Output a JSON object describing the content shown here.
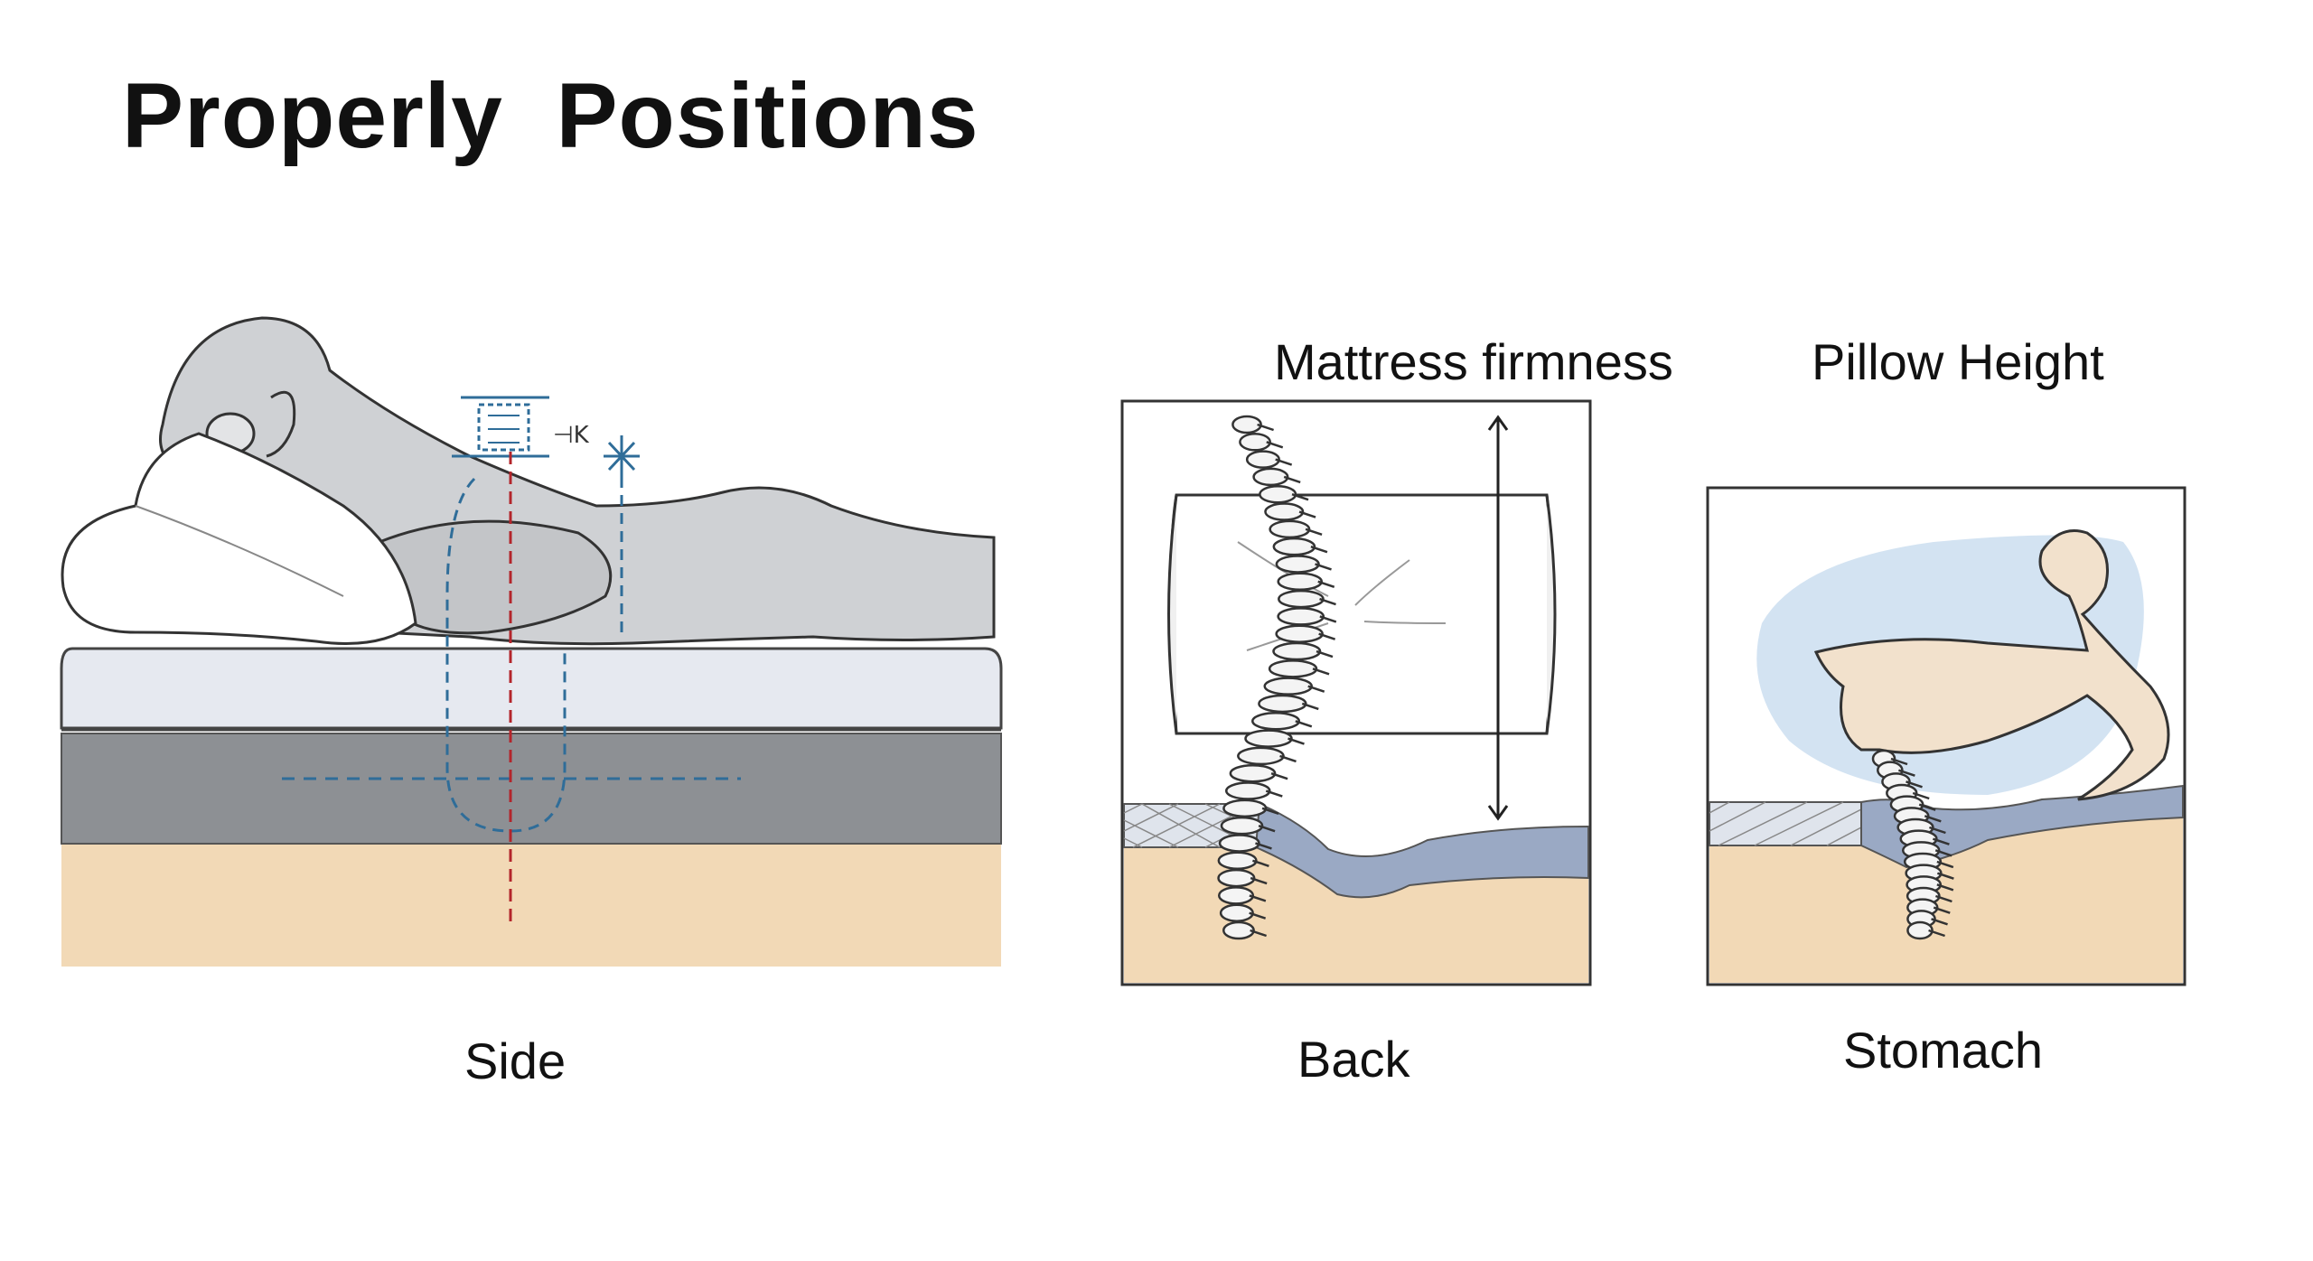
{
  "title": "Properly  Positions",
  "labels": {
    "mattress_firmness": "Mattress firmness",
    "pillow_height": "Pillow Height"
  },
  "captions": {
    "side": "Side",
    "back": "Back",
    "stomach": "Stomach"
  },
  "annotations": {
    "neck_marker": "⊣K"
  },
  "colors": {
    "figure_gray": "#cfd1d4",
    "mattress_top": "#e6e9f0",
    "mattress_base": "#8d9094",
    "floor": "#f2d9b6",
    "guide_blue": "#2f6d99",
    "guide_red": "#b3252b",
    "foam_blue": "#9aa9c4",
    "body_beige": "#f2e1cc",
    "halo_blue": "#d3e3f2"
  },
  "icons": [
    "spine-icon",
    "pillow-icon",
    "sleeper-figure-icon"
  ]
}
